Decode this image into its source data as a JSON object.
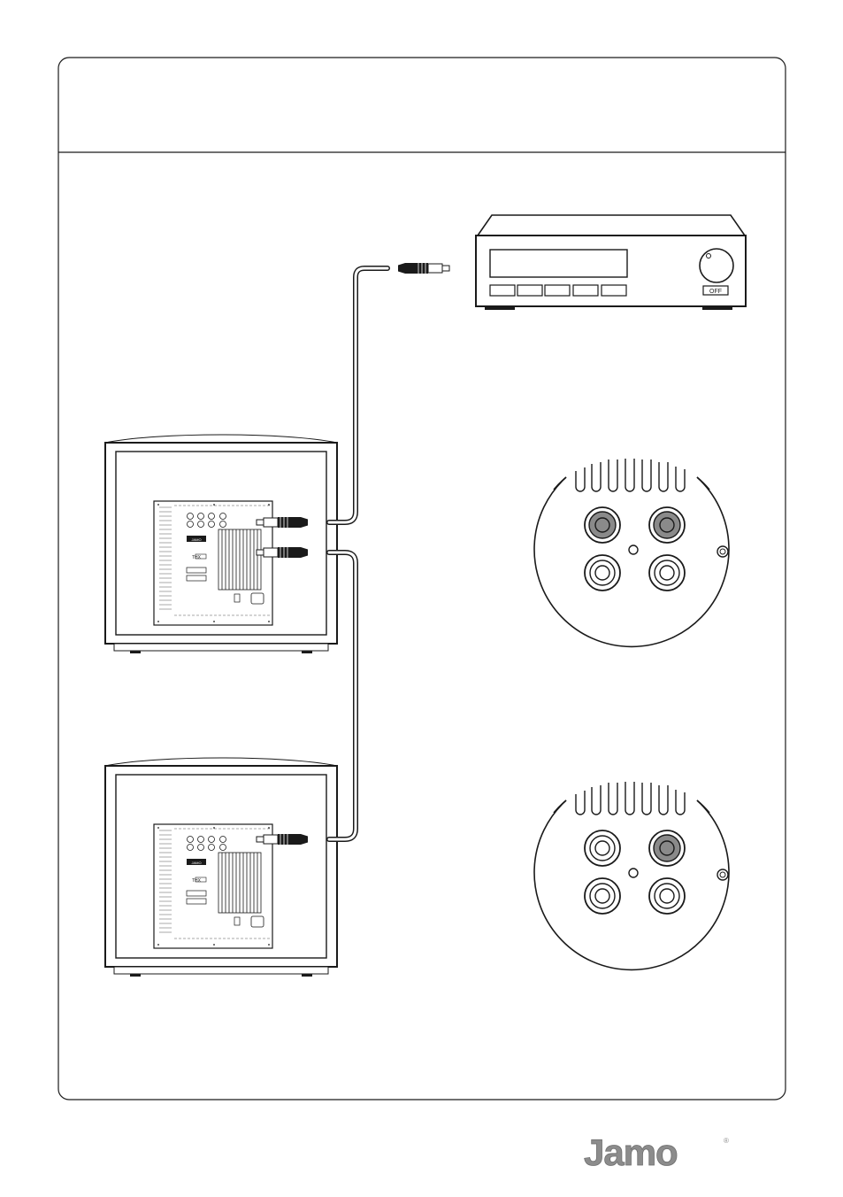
{
  "receiver": {
    "power_label": "OFF"
  },
  "subwoofer_panel": {
    "brand_badge": "JAMO",
    "cert_badge": "THX"
  },
  "footer": {
    "logo_text": "Jamo",
    "registered_mark": "®"
  },
  "colors": {
    "line": "#1a1a1a",
    "connector_active": "#8a8a8a",
    "logo_gray": "#8c8c8c"
  },
  "icons": [
    "receiver-icon",
    "rca-plug-icon",
    "subwoofer-icon",
    "terminal-detail-icon",
    "jamo-logo"
  ]
}
